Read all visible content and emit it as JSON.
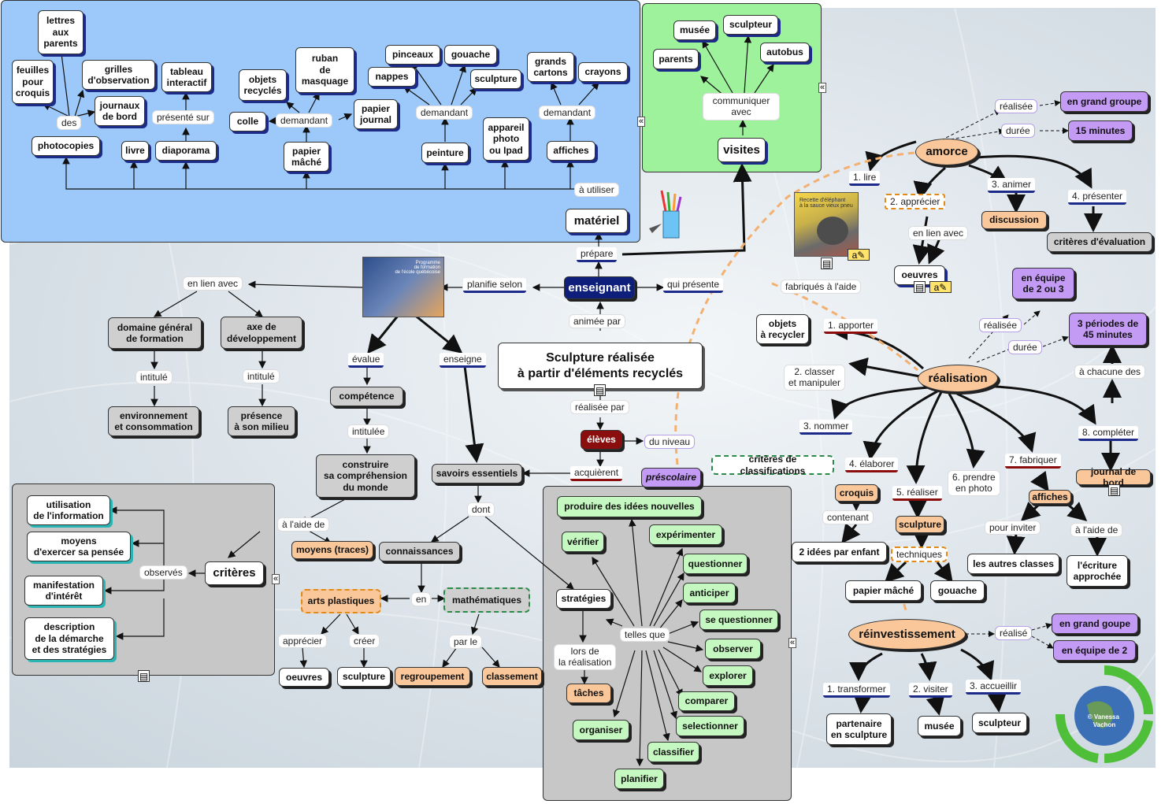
{
  "title": "Sculpture réalisée\nà partir d'éléments recyclés",
  "copyright": "© Vanessa\nVachon",
  "materiel": {
    "root": "matériel",
    "a_utiliser": "à utiliser",
    "items": {
      "lettres": "lettres\naux\nparents",
      "feuilles": "feuilles\npour\ncroquis",
      "grilles": "grilles\nd'observation",
      "journaux": "journaux\nde bord",
      "des": "des",
      "photocopies": "photocopies",
      "tableau": "tableau\ninteractif",
      "presente_sur": "présenté sur",
      "livre": "livre",
      "diaporama": "diaporama",
      "objets": "objets\nrecyclés",
      "ruban": "ruban\nde\nmasquage",
      "colle": "colle",
      "demandant1": "demandant",
      "papier_journal": "papier\njournal",
      "papier_mache": "papier\nmâché",
      "pinceaux": "pinceaux",
      "gouache": "gouache",
      "nappes": "nappes",
      "sculpture": "sculpture",
      "demandant2": "demandant",
      "peinture": "peinture",
      "appareil": "appareil\nphoto\nou Ipad",
      "grands": "grands\ncartons",
      "crayons": "crayons",
      "demandant3": "demandant",
      "affiches": "affiches"
    }
  },
  "visites": {
    "root": "visites",
    "communiquer": "communiquer\navec",
    "musee": "musée",
    "sculpteur": "sculpteur",
    "parents": "parents",
    "autobus": "autobus"
  },
  "center": {
    "enseignant": "enseignant",
    "prepare": "prépare",
    "planifie": "planifie selon",
    "qui_presente": "qui présente",
    "animee": "animée par",
    "realisee_par": "réalisée par",
    "eleves": "élèves",
    "du_niveau": "du niveau",
    "prescolaire": "préscolaire",
    "acquierent": "acquièrent",
    "en_lien_avec": "en lien avec",
    "domaine": "domaine général\nde formation",
    "axe": "axe de\ndéveloppement",
    "intitule1": "intitulé",
    "intitule2": "intitulé",
    "environnement": "environnement\net consommation",
    "presence": "présence\nà son milieu",
    "evalue": "évalue",
    "enseigne": "enseigne",
    "competence": "compétence",
    "intitulee": "intitulée",
    "construire": "construire\nsa compréhension\ndu monde",
    "savoirs": "savoirs essentiels",
    "dont": "dont",
    "a_laide_de": "à l'aide de",
    "moyens": "moyens (traces)",
    "connaissances": "connaissances",
    "en": "en",
    "arts": "arts plastiques",
    "maths": "mathématiques",
    "apprecier": "apprécier",
    "creer": "créer",
    "par_le": "par le",
    "oeuvres": "oeuvres",
    "sculpture": "sculpture",
    "regroupement": "regroupement",
    "classement": "classement"
  },
  "criteres": {
    "root": "critères",
    "observes": "observés",
    "items": [
      "utilisation\nde l'information",
      "moyens\nd'exercer sa pensée",
      "manifestation\nd'intérêt",
      "description\nde la démarche\net des stratégies"
    ]
  },
  "strategies": {
    "root": "stratégies",
    "telles_que": "telles que",
    "lors": "lors de\nla réalisation",
    "taches": "tâches",
    "items": {
      "produire": "produire des idées nouvelles",
      "verifier": "vérifier",
      "experimenter": "expérimenter",
      "questionner": "questionner",
      "anticiper": "anticiper",
      "se_questionner": "se questionner",
      "observer": "observer",
      "explorer": "explorer",
      "comparer": "comparer",
      "selectionner": "selectionner",
      "classifier": "classifier",
      "organiser": "organiser",
      "planifier": "planifier"
    }
  },
  "amorce": {
    "root": "amorce",
    "realisee": "réalisée",
    "groupe": "en grand groupe",
    "duree": "durée",
    "minutes": "15 minutes",
    "lire": "1. lire",
    "apprecier": "2. apprécier",
    "animer": "3. animer",
    "presenter": "4. présenter",
    "discussion": "discussion",
    "criteres_eval": "critères d'évaluation",
    "en_lien_avec": "en lien avec",
    "oeuvres": "oeuvres"
  },
  "realisation": {
    "root": "réalisation",
    "fabriques": "fabriqués à l'aide",
    "objets": "objets\nà recycler",
    "apporter": "1. apporter",
    "classer": "2. classer\net manipuler",
    "nommer": "3. nommer",
    "criteres_class": "critères de classifications",
    "elaborer": "4. élaborer",
    "croquis": "croquis",
    "contenant": "contenant",
    "idees": "2 idées par enfant",
    "realiser": "5. réaliser",
    "sculpture": "sculpture",
    "techniques": "techniques",
    "papier_mache": "papier mâché",
    "gouache": "gouache",
    "photo": "6. prendre\nen photo",
    "fabriquer": "7. fabriquer",
    "affiches": "affiches",
    "pour_inviter": "pour inviter",
    "autres_classes": "les autres classes",
    "a_laide": "à l'aide de",
    "ecriture": "l'écriture\napprochée",
    "completer": "8. compléter",
    "journal": "journal de bord",
    "realisee": "réalisée",
    "equipe": "en équipe\nde 2 ou 3",
    "duree": "durée",
    "periodes": "3 périodes de\n45 minutes",
    "chacune": "à chacune des"
  },
  "reinvest": {
    "root": "réinvestissement",
    "realise": "réalisé",
    "grand_groupe": "en grand goupe",
    "equipe2": "en équipe de 2",
    "transformer": "1. transformer",
    "visiter": "2. visiter",
    "accueillir": "3. accueillir",
    "partenaire": "partenaire\nen sculpture",
    "musee": "musée",
    "sculpteur": "sculpteur"
  },
  "book_cover_text": "Recette d'éléphant\nà la sauce vieux pneu",
  "program_cover_text": "Programme\nde formation\nde l'école québécoise",
  "colors": {
    "blue_panel": "#9cc9fa",
    "green_panel": "#9ef29c",
    "grey_panel": "#c7c7c7",
    "navy": "#0d1f7a",
    "orange": "#f9c79a",
    "purple": "#c39af4"
  }
}
